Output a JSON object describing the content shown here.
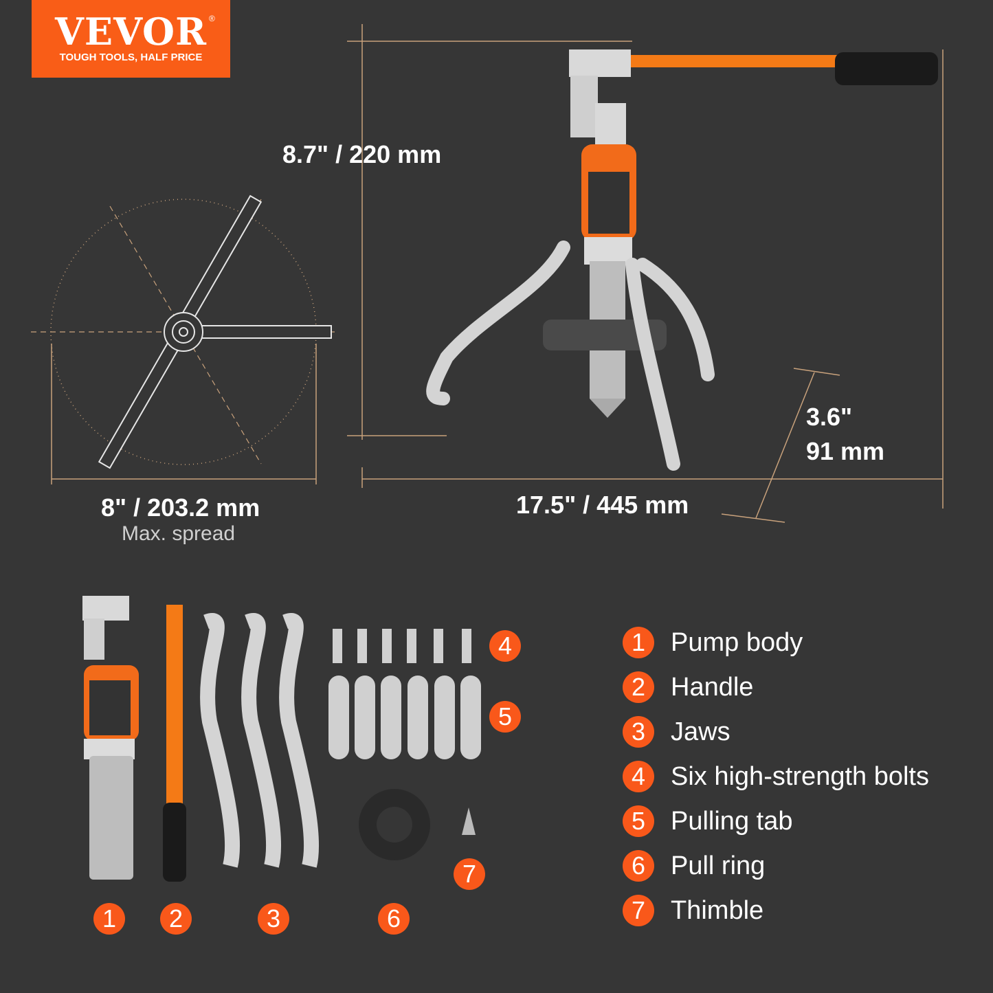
{
  "logo": {
    "brand": "VEVOR",
    "registered": "®",
    "tagline": "TOUGH TOOLS, HALF PRICE"
  },
  "dimensions": {
    "height": "8.7\" / 220 mm",
    "depth_in": "3.6\"",
    "depth_mm": "91 mm",
    "length": "17.5\" / 445 mm",
    "spread": "8\" / 203.2 mm",
    "spread_caption": "Max. spread"
  },
  "parts": [
    {
      "num": "1",
      "label": "Pump body"
    },
    {
      "num": "2",
      "label": "Handle"
    },
    {
      "num": "3",
      "label": "Jaws"
    },
    {
      "num": "4",
      "label": "Six high-strength bolts"
    },
    {
      "num": "5",
      "label": "Pulling tab"
    },
    {
      "num": "6",
      "label": "Pull ring"
    },
    {
      "num": "7",
      "label": "Thimble"
    }
  ],
  "colors": {
    "background": "#363636",
    "accent": "#f95d17",
    "dimension_line": "#c9a27c",
    "steel": "#c8c8c8"
  }
}
